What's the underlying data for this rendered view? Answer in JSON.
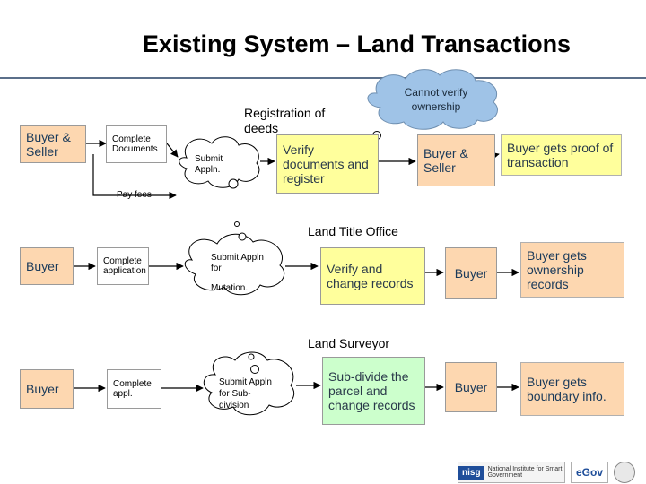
{
  "title": "Existing System – Land Transactions",
  "registration": {
    "heading": "Registration of deeds",
    "buyer_seller_left": "Buyer & Seller",
    "complete_documents": "Complete Documents",
    "pay_fees": "Pay fees",
    "submit": "Submit Appln.",
    "verify": "Verify documents and register",
    "thought": "Cannot verify ownership",
    "buyer_seller_right": "Buyer & Seller",
    "outcome": "Buyer gets proof of transaction"
  },
  "title_office": {
    "heading": "Land Title Office",
    "buyer": "Buyer",
    "complete": "Complete application",
    "submit_line1": "Submit Appln for",
    "submit_line2": "Mutation.",
    "verify": "Verify and change records",
    "buyer_right": "Buyer",
    "outcome": "Buyer gets ownership records"
  },
  "surveyor": {
    "heading": "Land Surveyor",
    "buyer": "Buyer",
    "complete": "Complete appl.",
    "submit": "Submit Appln for Sub-division",
    "verify": "Sub-divide the parcel and change records",
    "buyer_right": "Buyer",
    "outcome": "Buyer gets boundary info."
  },
  "footer": {
    "nisg_mark": "nisg",
    "nisg_text": "National Institute for Smart Government",
    "egov_mark": "eGov"
  }
}
